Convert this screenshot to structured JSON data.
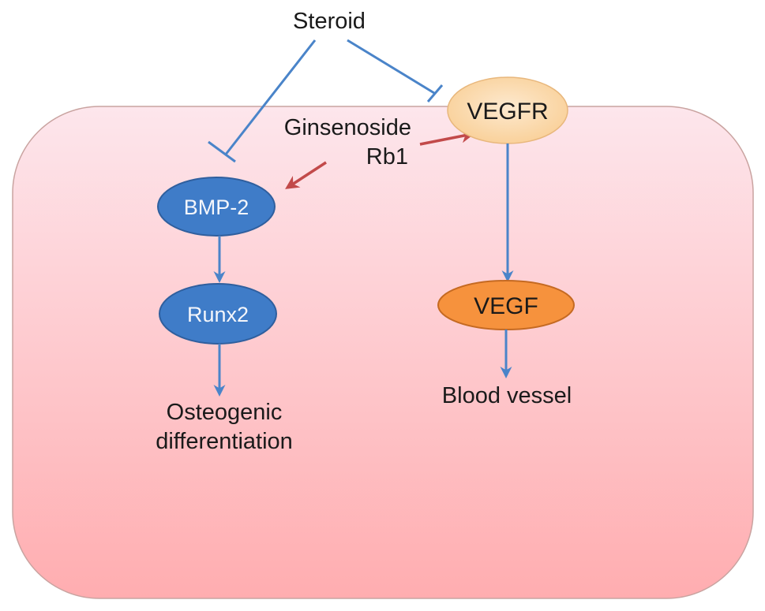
{
  "diagram": {
    "title": "Steroid / Ginsenoside Rb1 signaling pathway",
    "colors": {
      "cell_top": "#fde6ec",
      "cell_bottom": "#ffadb0",
      "cell_border": "#c9a3a0",
      "blue_node": "#3f7cc8",
      "blue_node_border": "#2f5f9e",
      "vegfr_fill": "#fcd9a7",
      "vegfr_border": "#e8b77c",
      "vegf_fill": "#f6923d",
      "vegf_border": "#c56a22",
      "inhibit_line": "#4a84c9",
      "activate_line": "#4a84c9",
      "ginsenoside_line": "#c24a4a"
    },
    "labels": {
      "steroid": "Steroid",
      "ginsenoside_line1": "Ginsenoside",
      "ginsenoside_line2": "Rb1",
      "osteogenic_line1": "Osteogenic",
      "osteogenic_line2": "differentiation",
      "blood_vessel": "Blood vessel"
    },
    "nodes": {
      "bmp2": "BMP-2",
      "runx2": "Runx2",
      "vegfr": "VEGFR",
      "vegf": "VEGF"
    },
    "edges": [
      {
        "from": "Steroid",
        "to": "BMP-2",
        "type": "inhibition"
      },
      {
        "from": "Steroid",
        "to": "VEGFR",
        "type": "inhibition"
      },
      {
        "from": "Ginsenoside Rb1",
        "to": "BMP-2",
        "type": "activation"
      },
      {
        "from": "Ginsenoside Rb1",
        "to": "VEGFR",
        "type": "activation"
      },
      {
        "from": "BMP-2",
        "to": "Runx2",
        "type": "activation"
      },
      {
        "from": "Runx2",
        "to": "Osteogenic differentiation",
        "type": "activation"
      },
      {
        "from": "VEGFR",
        "to": "VEGF",
        "type": "activation"
      },
      {
        "from": "VEGF",
        "to": "Blood vessel",
        "type": "activation"
      }
    ]
  }
}
